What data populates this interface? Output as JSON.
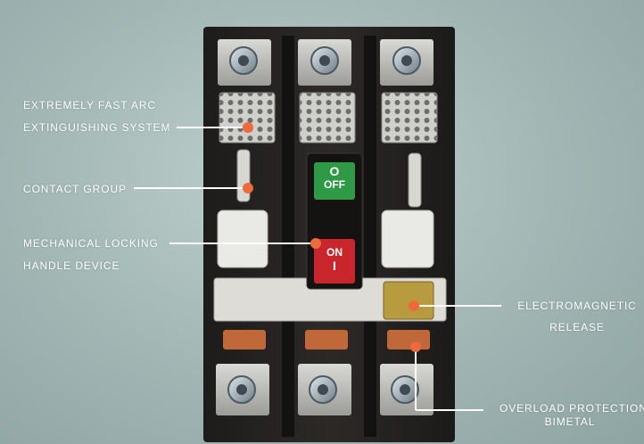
{
  "labels": {
    "arc_line1": "EXTREMELY FAST ARC",
    "arc_line2": "EXTINGUISHING SYSTEM",
    "contact": "CONTACT GROUP",
    "locking_line1": "MECHANICAL LOCKING",
    "locking_line2": "HANDLE DEVICE",
    "electromagnetic_line1": "ELECTROMAGNETIC",
    "electromagnetic_line2": "RELEASE",
    "overload_line1": "OVERLOAD PROTECTION",
    "overload_line2": "BIMETAL"
  },
  "buttons": {
    "off_symbol": "O",
    "off_text": "OFF",
    "on_text": "ON",
    "on_symbol": "I"
  },
  "colors": {
    "marker": "#ee6a3c",
    "leader": "#ffffff",
    "off_button": "#2f9a45",
    "on_button": "#c8262c"
  }
}
